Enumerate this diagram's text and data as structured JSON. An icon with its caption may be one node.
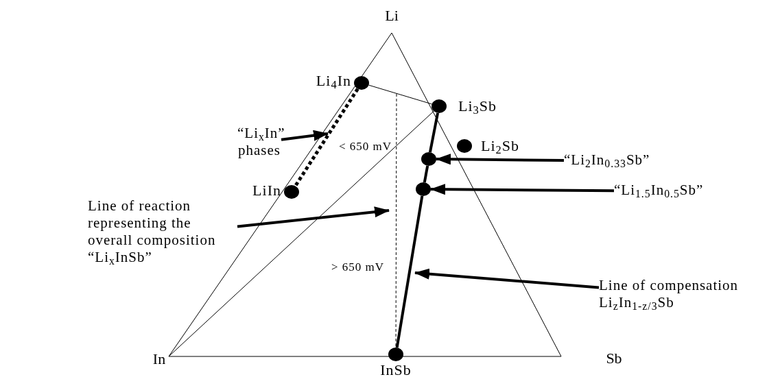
{
  "diagram": {
    "nodes": [
      {
        "text": [],
        "shape": "circle",
        "beside": [
          "Li$_{4}$In"
        ]
      },
      {
        "text": [],
        "shape": "circle",
        "beside": [
          "Li$_{3}$Sb"
        ]
      },
      {
        "text": [
          "“Li$_{x}$In” phases"
        ]
      },
      {
        "text": [],
        "shape": "circle",
        "beside": [
          "Li$_{2}$Sb"
        ]
      },
      {
        "text": [
          "“Li$_{2}$In$_{0.33}$Sb”"
        ]
      },
      {
        "text": [],
        "shape": "circle"
      },
      {
        "text": [
          "“Li$_{1.5}$In$_{0.5}$Sb”"
        ]
      },
      {
        "text": [],
        "shape": "circle"
      },
      {
        "text": [],
        "shape": "circle",
        "beside": [
          "LiIn"
        ]
      },
      {
        "text": [
          "Line of reaction representing the overall composition “Li$_{x}$InSb”"
        ]
      },
      {
        "text": [
          "Line of compensation",
          "Li$_{z}$In$_{1-z/3}$Sb"
        ]
      },
      {
        "text": [],
        "shape": "circle",
        "beside": [
          "InSb"
        ]
      }
    ],
    "edges": [
      {
        "from": 0,
        "to": 1,
        "arrow": "none"
      },
      {
        "from": 0,
        "to": 8,
        "arrow": "none",
        "style": "dashed"
      },
      {
        "from": 1,
        "to": 5,
        "arrow": "none"
      },
      {
        "from": 5,
        "to": 7,
        "arrow": "none"
      },
      {
        "from": 7,
        "to": 11,
        "arrow": "none"
      },
      {
        "from": null,
        "to": 11,
        "arrow": "none",
        "style": "dashed"
      },
      {
        "from": 2,
        "to": null,
        "arrow": "to"
      },
      {
        "from": 4,
        "to": 5,
        "arrow": "to"
      },
      {
        "from": 6,
        "to": 7,
        "arrow": "to"
      },
      {
        "from": 9,
        "to": null,
        "arrow": "to"
      },
      {
        "from": 10,
        "to": null,
        "arrow": "to"
      }
    ],
    "labels": [
      "Li",
      "< 650 mV",
      "> 650 mV",
      "In",
      "Sb"
    ]
  }
}
